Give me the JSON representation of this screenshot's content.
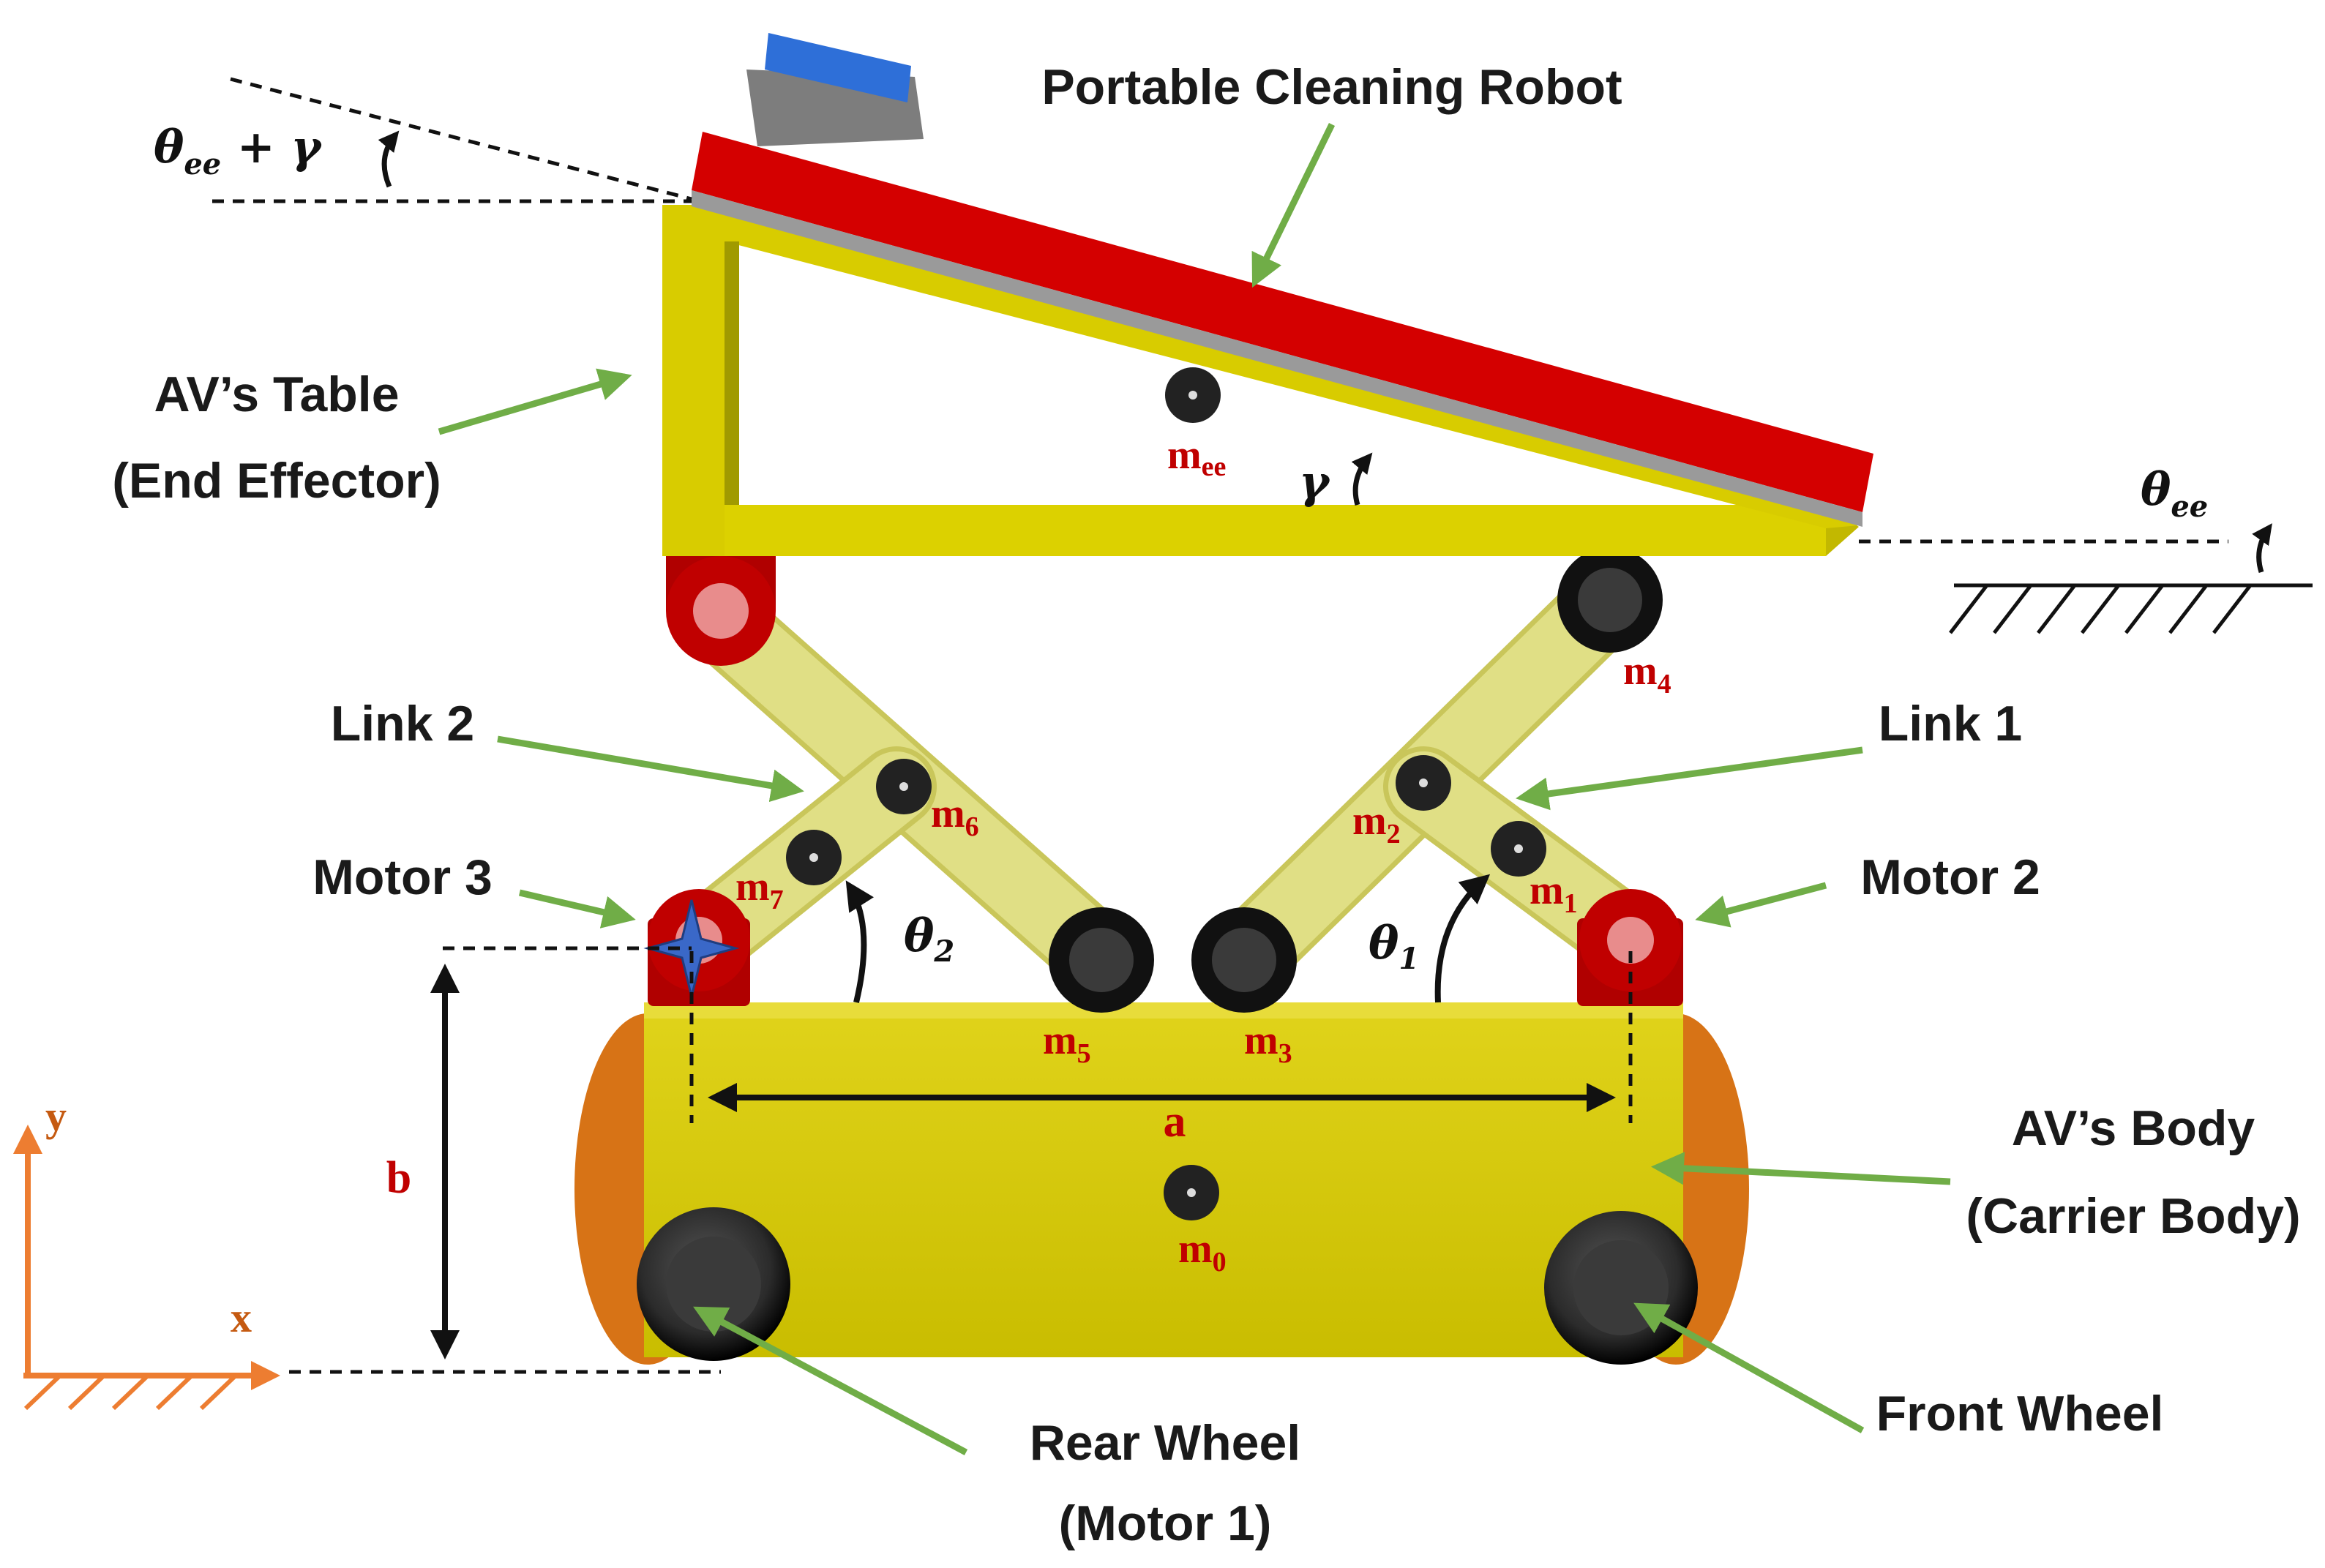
{
  "labels": {
    "robot": "Portable Cleaning Robot",
    "table_line1": "AV’s Table",
    "table_line2": "(End Effector)",
    "link2": "Link 2",
    "link1": "Link 1",
    "motor3": "Motor 3",
    "motor2": "Motor 2",
    "body_line1": "AV’s Body",
    "body_line2": "(Carrier Body)",
    "rear_line1": "Rear Wheel",
    "rear_line2": "(Motor 1)",
    "front": "Front Wheel"
  },
  "angles": {
    "theta_ee_gamma_base": "θ",
    "theta_ee_gamma_sub": "ee",
    "theta_ee_gamma_rest": " + γ",
    "theta_ee_base": "θ",
    "theta_ee_sub": "ee",
    "gamma": "γ",
    "theta2_base": "θ",
    "theta2_sub": "2",
    "theta1_base": "θ",
    "theta1_sub": "1"
  },
  "masses": {
    "m0": {
      "base": "m",
      "sub": "0"
    },
    "m1": {
      "base": "m",
      "sub": "1"
    },
    "m2": {
      "base": "m",
      "sub": "2"
    },
    "m3": {
      "base": "m",
      "sub": "3"
    },
    "m4": {
      "base": "m",
      "sub": "4"
    },
    "m5": {
      "base": "m",
      "sub": "5"
    },
    "m6": {
      "base": "m",
      "sub": "6"
    },
    "m7": {
      "base": "m",
      "sub": "7"
    },
    "mee": {
      "base": "m",
      "sub": "ee"
    }
  },
  "dimensions": {
    "a": "a",
    "b": "b"
  },
  "axes": {
    "x": "x",
    "y": "y"
  },
  "colors": {
    "body": "#d6c900",
    "link": "#dedd7a",
    "table": "#dcd100",
    "robot_plate": "#d40000",
    "motor": "#c00000",
    "wheel_cap": "#d77316",
    "arrow": "#70ad47",
    "mass_label": "#c00000",
    "axis": "#ed7d31",
    "robot_unit": "#2e6fd8"
  }
}
